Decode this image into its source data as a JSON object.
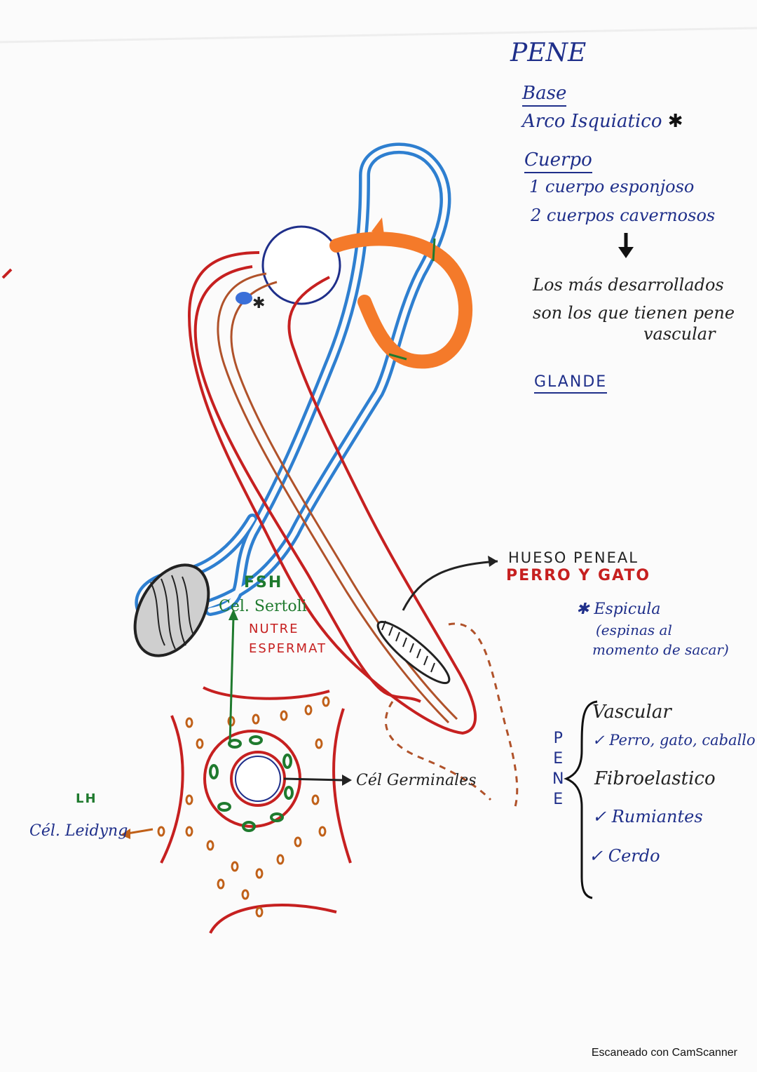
{
  "notes": {
    "title": "PENE",
    "base_heading": "Base",
    "base_item": "Arco Isquiatico",
    "base_mark": "✱",
    "body_heading": "Cuerpo",
    "body_item1": "1 cuerpo esponjoso",
    "body_item2": "2 cuerpos cavernosos",
    "conclusion_line1": "Los más desarrollados",
    "conclusion_line2": "son los que tienen pene",
    "conclusion_line3": "vascular",
    "glande": "GLANDE"
  },
  "hueso": {
    "label": "HUESO PENEAL",
    "species": "PERRO Y GATO",
    "spicula": "✱ Espicula",
    "spicula_note1": "(espinas al",
    "spicula_note2": "momento de sacar)"
  },
  "hormones": {
    "fsh": "FSH",
    "sertoli": "Cel. Sertoli",
    "nutre": "NUTRE",
    "espermat": "ESPERMAT",
    "lh": "LH",
    "leidyng": "Cél. Leidyng",
    "germinales": "Cél Germinales"
  },
  "pene_types": {
    "vertical_letters": [
      "P",
      "E",
      "N",
      "E"
    ],
    "vascular": "Vascular",
    "vascular_example": "✓ Perro, gato, caballo",
    "fibro": "Fibroelastico",
    "fibro_example1": "✓ Rumiantes",
    "fibro_example2": "✓ Cerdo"
  },
  "asterisk": "✱",
  "watermark": "Escaneado con CamScanner",
  "colors": {
    "red": "#c62020",
    "blue": "#2e7fd0",
    "orange": "#f47a2a",
    "green": "#1f7a2e",
    "ink": "#1f2f8a"
  }
}
